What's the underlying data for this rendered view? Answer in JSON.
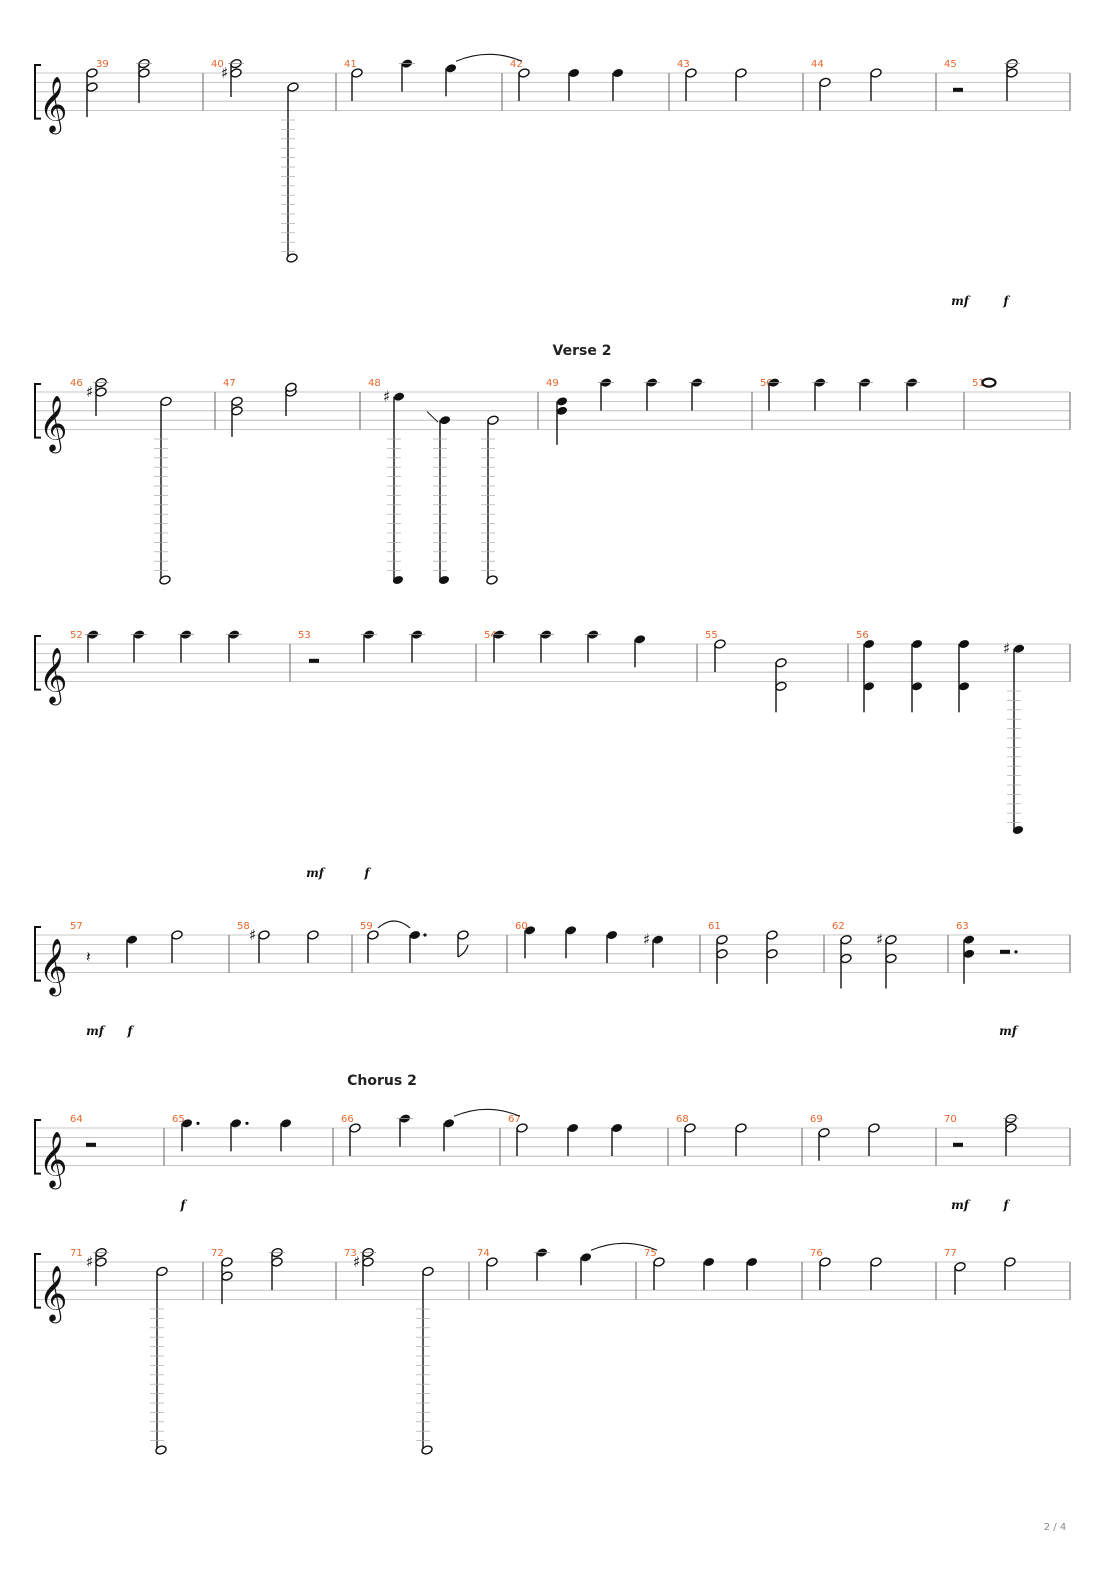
{
  "page_number": "2 / 4",
  "sections": [
    "Verse 2",
    "Chorus 2"
  ],
  "dynamics": {
    "mf": "mf",
    "f": "f"
  },
  "systems": [
    {
      "measures": [
        "39",
        "40",
        "41",
        "42",
        "43",
        "44",
        "45"
      ]
    },
    {
      "section": "Verse 2",
      "measures": [
        "46",
        "47",
        "48",
        "49",
        "50",
        "51"
      ]
    },
    {
      "measures": [
        "52",
        "53",
        "54",
        "55",
        "56"
      ]
    },
    {
      "measures": [
        "57",
        "58",
        "59",
        "60",
        "61",
        "62",
        "63"
      ]
    },
    {
      "section": "Chorus 2",
      "measures": [
        "64",
        "65",
        "66",
        "67",
        "68",
        "69",
        "70"
      ]
    },
    {
      "measures": [
        "71",
        "72",
        "73",
        "74",
        "75",
        "76",
        "77"
      ]
    }
  ],
  "colors": {
    "measure_number": "#e8662a",
    "staff_line": "#b4b4b4",
    "ink": "#111111"
  },
  "icons": [
    "treble-clef-icon",
    "system-bracket-icon"
  ]
}
